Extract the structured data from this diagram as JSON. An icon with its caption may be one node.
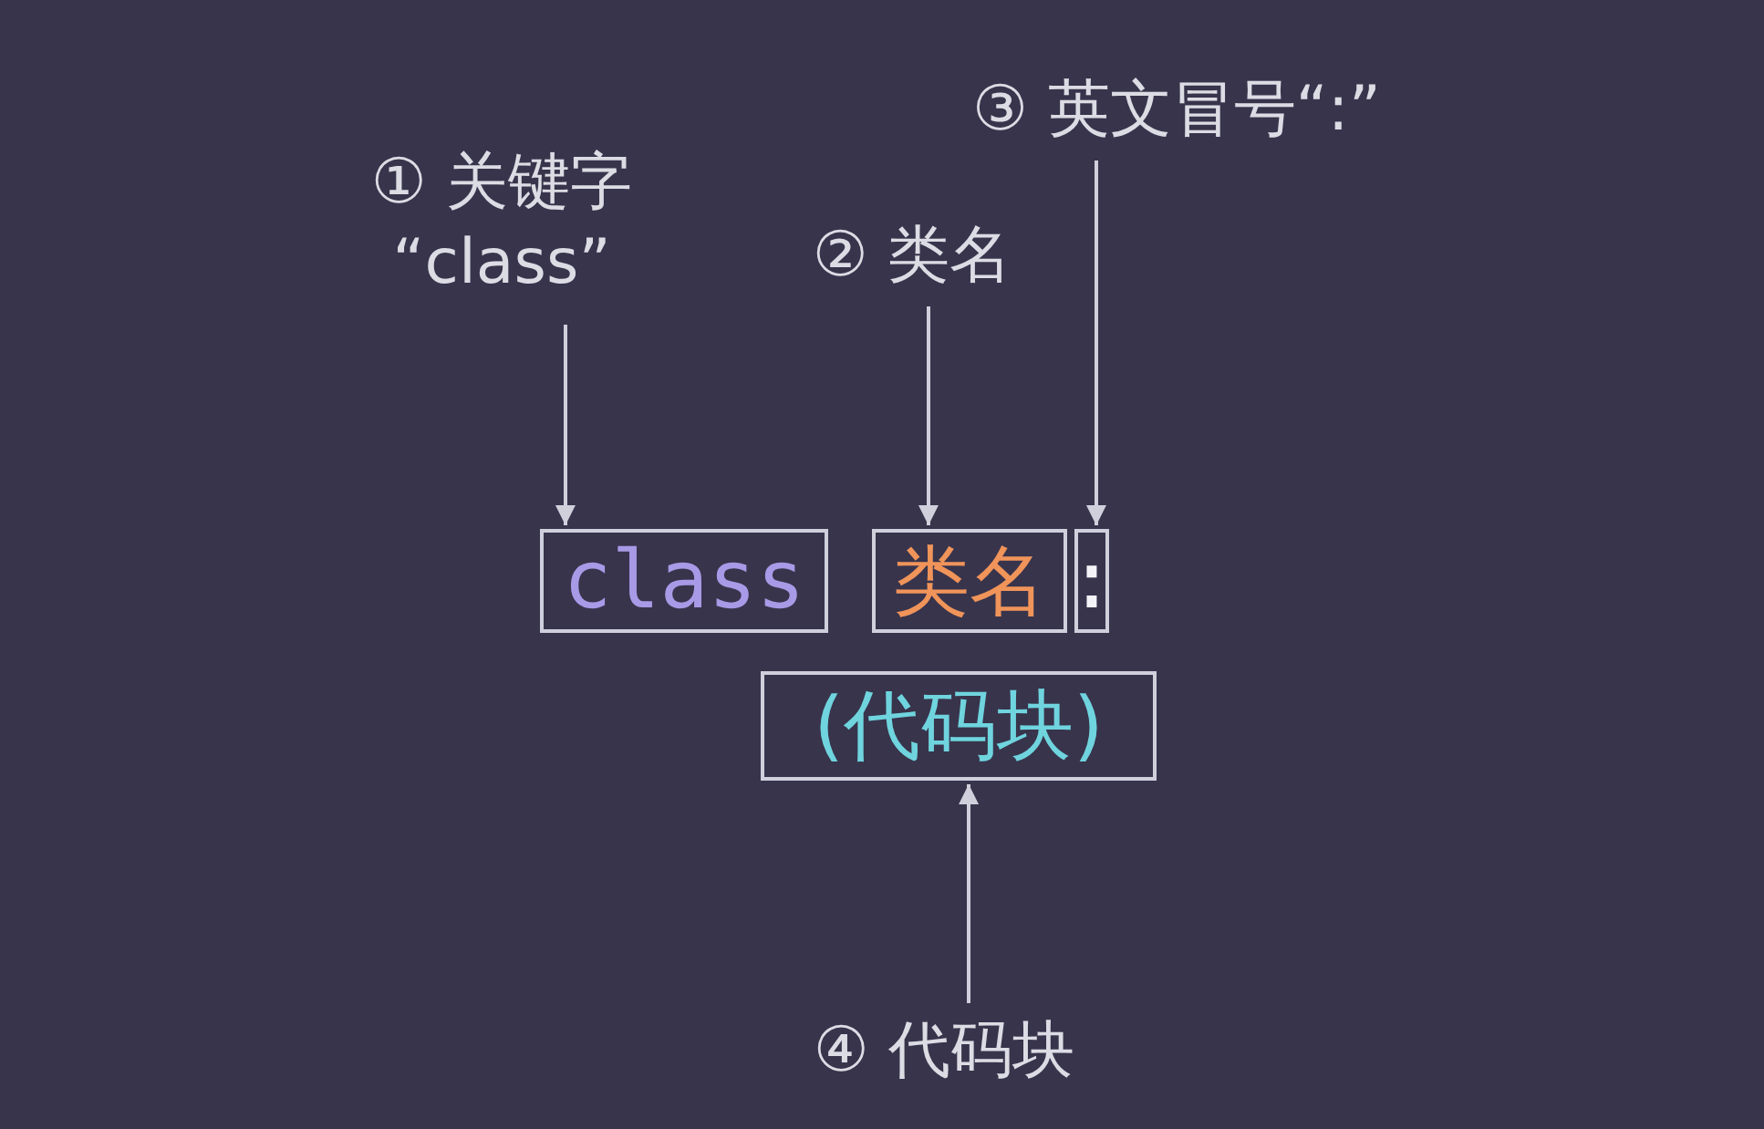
{
  "diagram": {
    "nodes": [
      {
        "text": [
          "① 关键字 “class”"
        ]
      },
      {
        "text": [
          "② 类名"
        ]
      },
      {
        "text": [
          "③ 英文冒号“:”"
        ]
      },
      {
        "text": [
          "class"
        ]
      },
      {
        "text": [
          "类名"
        ]
      },
      {
        "text": [
          ":"
        ]
      },
      {
        "text": [
          "(代码块)"
        ]
      },
      {
        "text": [
          "④ 代码块"
        ]
      }
    ],
    "edges": [
      {
        "from": 0,
        "to": 3,
        "arrow": "to"
      },
      {
        "from": 1,
        "to": 4,
        "arrow": "to"
      },
      {
        "from": 2,
        "to": 5,
        "arrow": "to"
      },
      {
        "from": 7,
        "to": 6,
        "arrow": "to"
      }
    ]
  }
}
